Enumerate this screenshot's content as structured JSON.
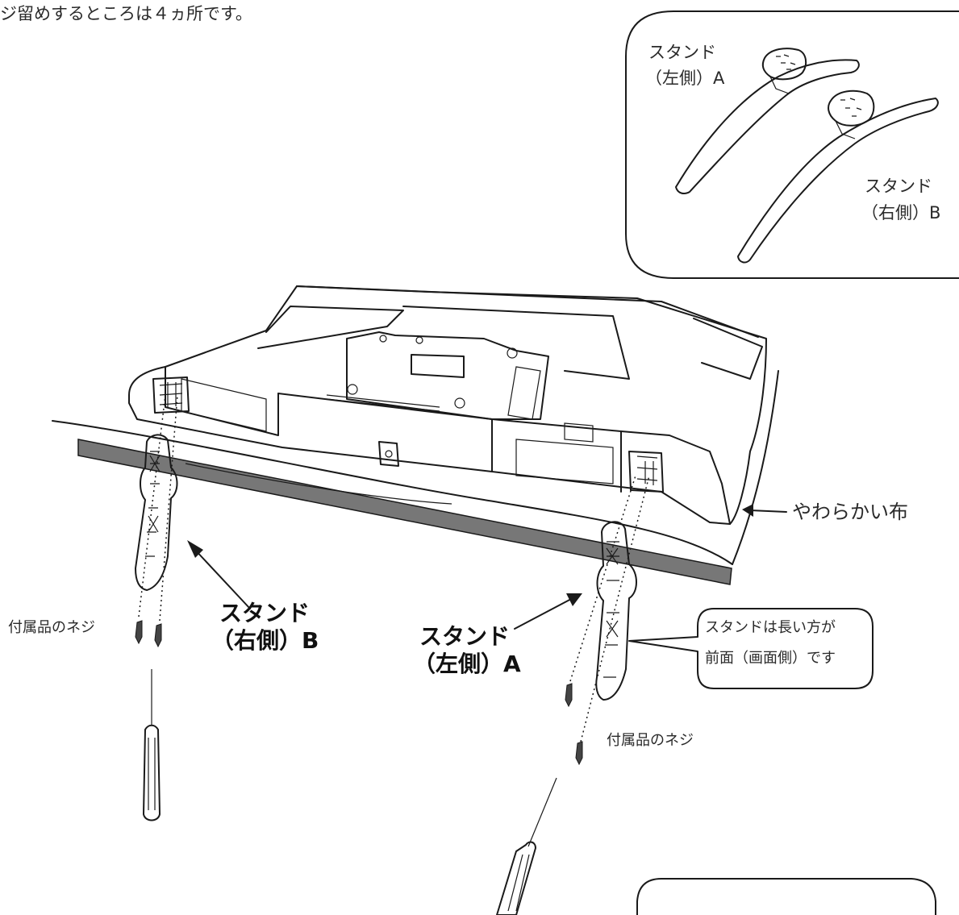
{
  "header_note": "ジ留めするところは４ヵ所です。",
  "inset": {
    "stand_a_line1": "スタンド",
    "stand_a_line2": "（左側）A",
    "stand_b_line1": "スタンド",
    "stand_b_line2": "（右側）B"
  },
  "labels": {
    "soft_cloth": "やわらかい布",
    "stand_b_line1": "スタンド",
    "stand_b_line2": "（右側）B",
    "stand_a_line1": "スタンド",
    "stand_a_line2": "（左側）A",
    "screws_left": "付属品のネジ",
    "screws_right": "付属品のネジ"
  },
  "callout": {
    "line1": "スタンドは長い方が",
    "line2": "前面（画面側）です"
  }
}
